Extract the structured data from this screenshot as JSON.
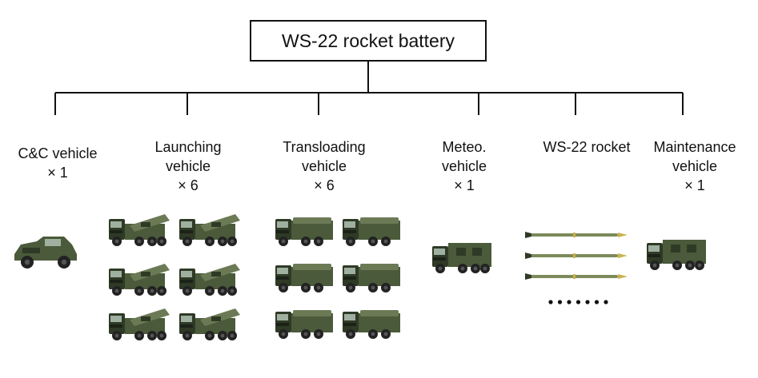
{
  "root": {
    "title": "WS-22 rocket battery"
  },
  "branches": [
    {
      "id": "cc",
      "lines": [
        "C&C vehicle",
        "× 1"
      ],
      "count": 1,
      "vehicle_type": "jeep"
    },
    {
      "id": "launching",
      "lines": [
        "Launching",
        "vehicle",
        "× 6"
      ],
      "count": 6,
      "vehicle_type": "launcher"
    },
    {
      "id": "transloading",
      "lines": [
        "Transloading",
        "vehicle",
        "× 6"
      ],
      "count": 6,
      "vehicle_type": "loader"
    },
    {
      "id": "meteo",
      "lines": [
        "Meteo.",
        "vehicle",
        "× 1"
      ],
      "count": 1,
      "vehicle_type": "meteo"
    },
    {
      "id": "rocket",
      "lines": [
        "WS-22 rocket"
      ],
      "count": 3,
      "vehicle_type": "rocket"
    },
    {
      "id": "maintenance",
      "lines": [
        "Maintenance",
        "vehicle",
        "× 1"
      ],
      "count": 1,
      "vehicle_type": "maintenance"
    }
  ],
  "colors": {
    "line": "#111111",
    "olive": "#4a5a3a",
    "olive_dark": "#2f3a26",
    "olive_light": "#6b7a55",
    "tire": "#222222",
    "rocket": "#7d8a5a",
    "rocket_tip": "#c9b24a"
  }
}
